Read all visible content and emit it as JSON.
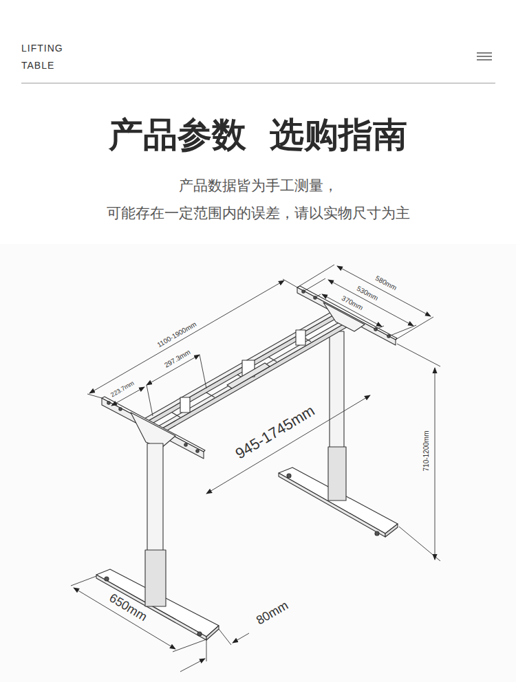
{
  "diagram": {
    "title": "产品参数 选购指南",
    "labels": [
      "LIFTING TABLE",
      "产品数据皆为手工测量，",
      "可能存在一定范围内的误差，请以实物尺寸为主",
      "580mm",
      "530mm",
      "370mm",
      "1100-1900mm",
      "297.3mm",
      "223.7mm",
      "945-1745mm",
      "710-1200mm",
      "650mm",
      "80mm"
    ]
  }
}
